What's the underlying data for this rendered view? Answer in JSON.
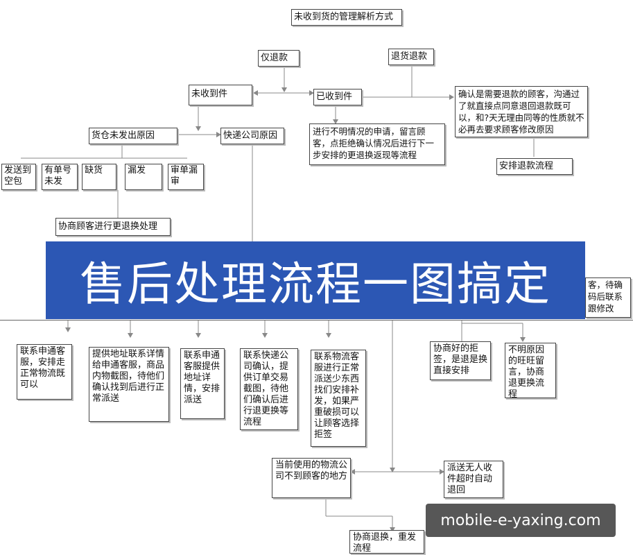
{
  "title": "未收到货的管理解析方式",
  "banner": "售后处理流程一图搞定",
  "watermark": "mobile-e-yaxing.com",
  "nodes": {
    "only_refund": "仅退款",
    "return_refund": "退货退款",
    "not_received": "未收到件",
    "received": "已收到件",
    "confirm_refund": "确认是需要退款的顾客，沟通过了就直接点同意退回退款既可以，和?天无理由同等的性质就不必再去要求顾客修改原因",
    "warehouse_not_shipped": "货仓未发出原因",
    "courier_reason": "快递公司原因",
    "unclear_request": "进行不明情况的申请，留言顾客，点拒绝确认情况后进行下一步安排的更退换返现等流程",
    "arrange_refund": "安排退款流程",
    "empty_package": "发送到空包",
    "has_tracking_not_sent": "有单号未发",
    "out_of_stock": "缺货",
    "missed_shipment": "漏发",
    "review_missed": "审单漏审",
    "negotiate_exchange": "协商顾客进行更退换处理",
    "right_partial": "客，待确码后联系跟修改",
    "contact_cs_normal": "联系申通客服，安排走正常物流既可以",
    "provide_address": "提供地址联系详情给申通客服，商品内物截图，待他们确认找到后进行正常派送",
    "contact_cs_resend": "联系申通客服提供地址详情，安排派送",
    "contact_courier": "联系快递公司确认，提供订单交易截图，待他们确认后进行退更换等流程",
    "contact_logistics": "联系物流客服进行正常派送少东西找们安排补发，如果严重破损可以让顾客选择拒签",
    "negotiate_reject": "协商好的拒签，是退是换直接安排",
    "unclear_reason": "不明原因的旺旺留言，协商退更换流程",
    "carrier_unreachable": "当前使用的物流公司不到顾客的地方",
    "no_receiver": "派送无人收件超时自动退回",
    "negotiate_resend": "协商退换，重发流程"
  }
}
